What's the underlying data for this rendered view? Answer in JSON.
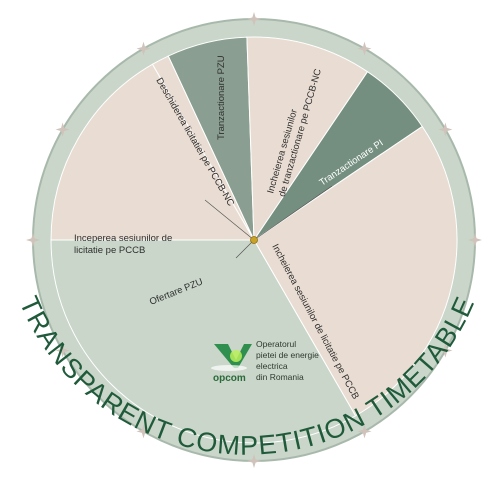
{
  "diagram": {
    "title": "TRANSPARENT COMPETITION TIMETABLE",
    "segments": [
      {
        "id": "tranzactionare-pzu",
        "label": "Tranzactionare PZU",
        "color": "#8a9f92"
      },
      {
        "id": "incheierea-tranz-pccb-nc",
        "label_lines": [
          "Incheierea sesiunilor",
          "de tranzactionare pe PCCB-NC"
        ],
        "color": "#e9ddd3"
      },
      {
        "id": "tranzactionare-pi",
        "label": "Tranzactionare PI",
        "color": "#748f7f"
      },
      {
        "id": "incheierea-licitatie-pccb",
        "label": "Incheierea sesiunilor de licitatie pe PCCB",
        "color": "#e9ddd3"
      },
      {
        "id": "ofertare-pzu",
        "label": "Ofertare PZU",
        "color": "#c9d6c9"
      },
      {
        "id": "inceperea-licitatie-pccb",
        "label_lines": [
          "Inceperea sesiunilor de",
          "licitatie pe PCCB"
        ],
        "color": "#e9ddd3"
      },
      {
        "id": "deschiderea-licitatiei-pccb-nc",
        "label": "Deschiderea licitatiei pe PCCB-NC",
        "color": "#e9ddd3"
      }
    ],
    "logo": {
      "wordmark": "opcom",
      "lines": [
        "Operatorul",
        "pietei de energie",
        "electrica",
        "din Romania"
      ]
    },
    "colors": {
      "outer_ring": "#c9d6c9",
      "ring_edge": "#a8b9ac",
      "star": "#cfc3bb",
      "title": "#1f5a3a",
      "center_dot": "#c9a227"
    }
  }
}
